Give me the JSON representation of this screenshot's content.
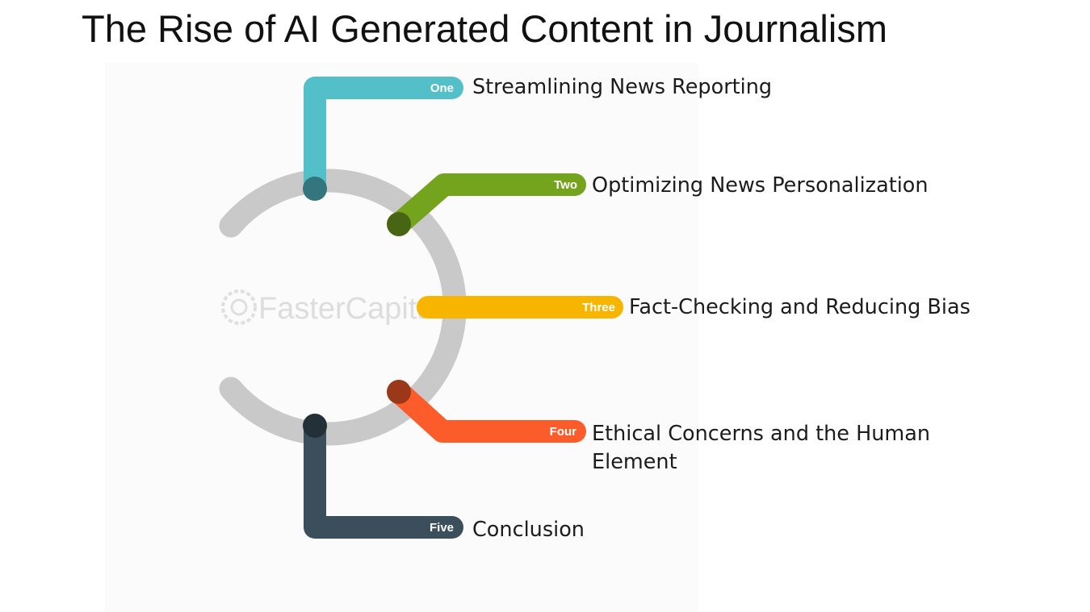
{
  "title": "The Rise of AI Generated Content in Journalism",
  "watermark": {
    "text": "FasterCapital"
  },
  "steps": [
    {
      "tag": "One",
      "label": "Streamlining News Reporting",
      "color": "#52BFC9"
    },
    {
      "tag": "Two",
      "label": "Optimizing News Personalization",
      "color": "#74A31E"
    },
    {
      "tag": "Three",
      "label": "Fact-Checking and Reducing Bias",
      "color": "#F7B500"
    },
    {
      "tag": "Four",
      "label": "Ethical Concerns and the Human Element",
      "color": "#FC5B2A"
    },
    {
      "tag": "Five",
      "label": "Conclusion",
      "color": "#3A4E5B"
    }
  ],
  "ring_color": "#C9C9C9"
}
